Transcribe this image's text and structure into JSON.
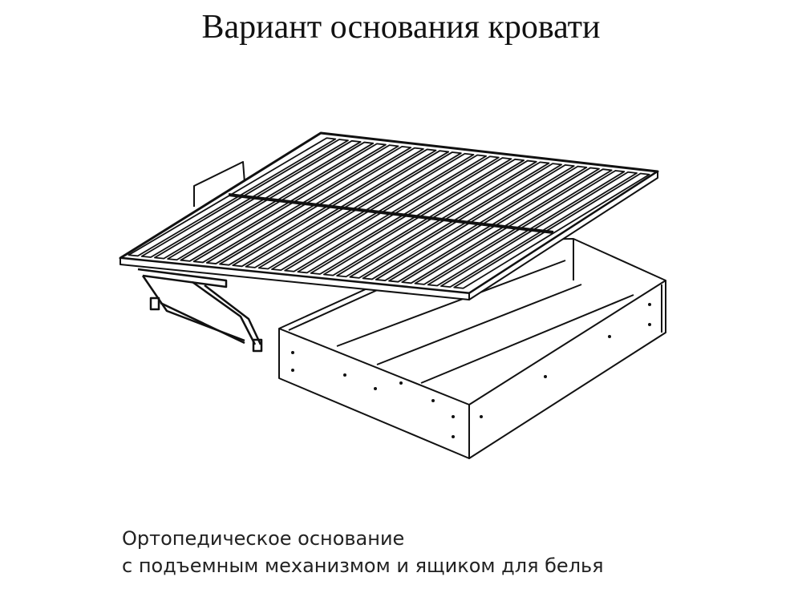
{
  "title": "Вариант основания кровати",
  "caption": {
    "line1": "Ортопедическое основание",
    "line2": "с подъемным механизмом и ящиком для белья"
  },
  "drawing": {
    "subject": "bed-base-illustration",
    "slats": 26,
    "stroke": "#111111"
  }
}
